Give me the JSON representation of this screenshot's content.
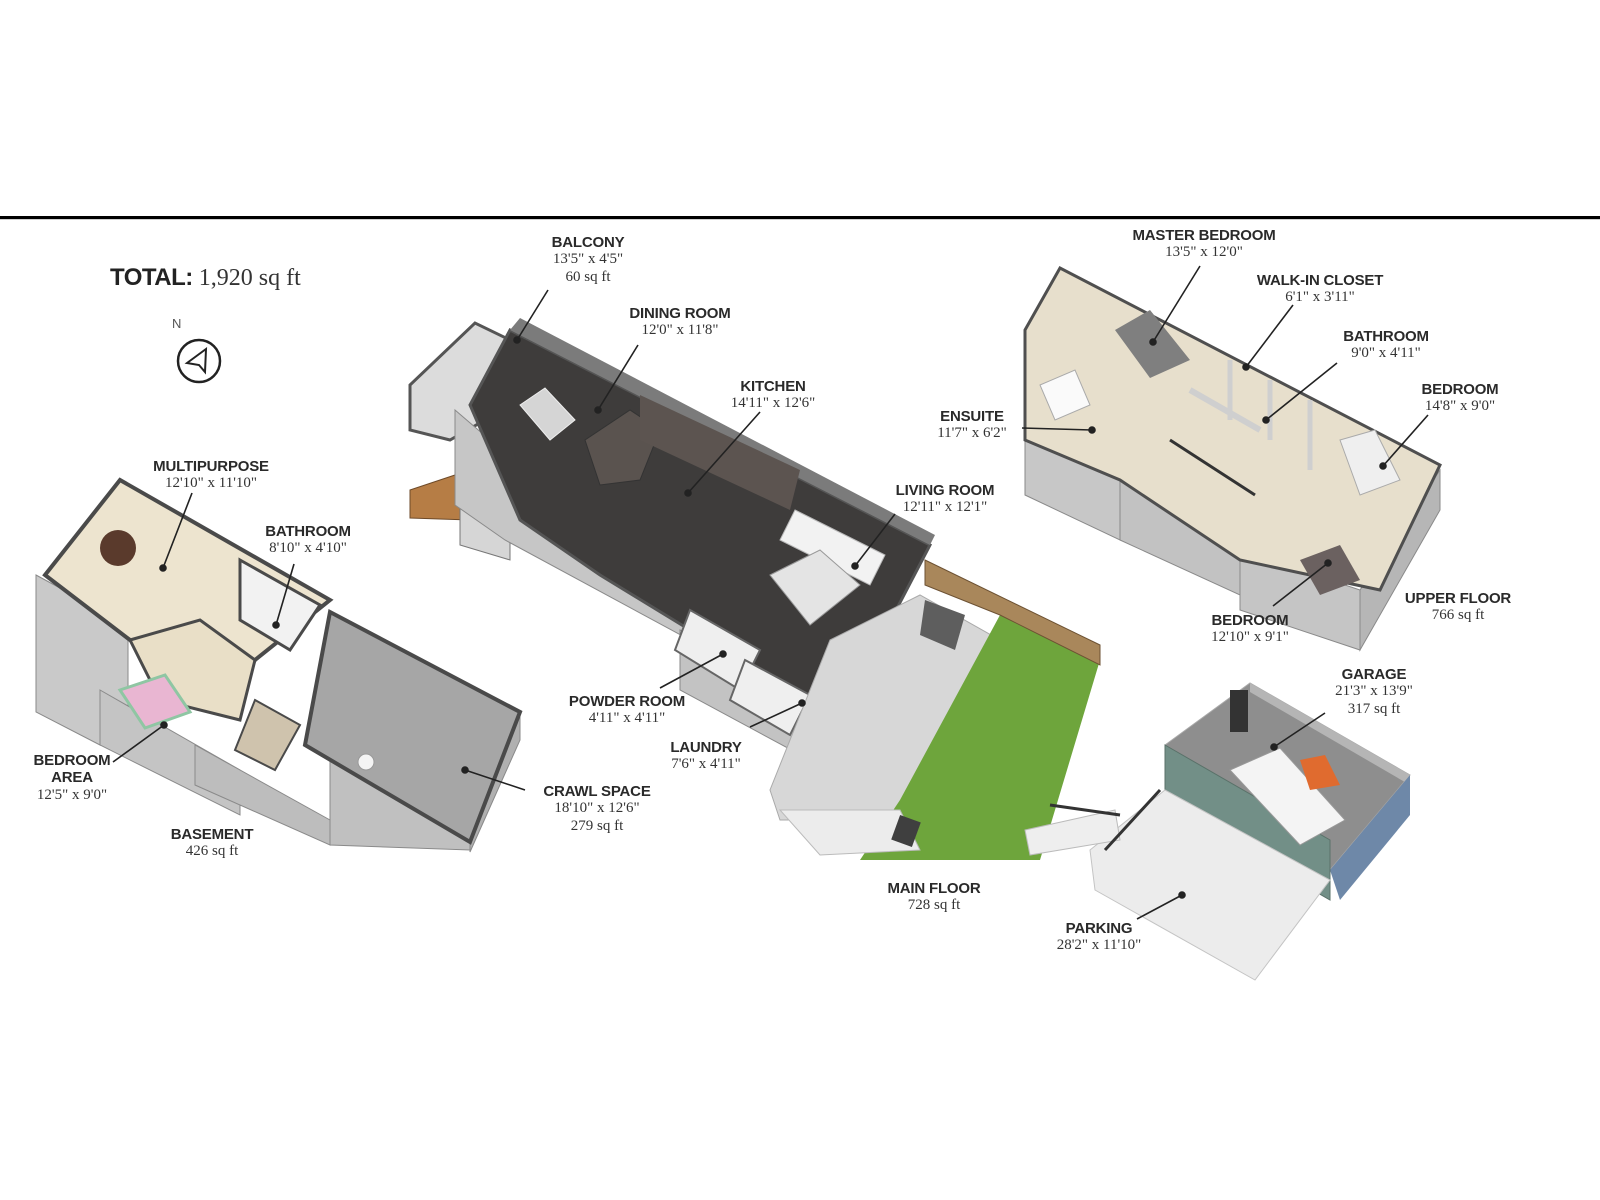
{
  "summary": {
    "total_label": "TOTAL:",
    "total_value": "1,920 sq ft",
    "north_label": "N",
    "compass_icon": "north-arrow-icon"
  },
  "floors": {
    "basement": {
      "name": "BASEMENT",
      "area": "426 sq ft"
    },
    "main": {
      "name": "MAIN FLOOR",
      "area": "728 sq ft"
    },
    "upper": {
      "name": "UPPER FLOOR",
      "area": "766 sq ft"
    }
  },
  "rooms": {
    "basement_multipurpose": {
      "name": "MULTIPURPOSE",
      "dim": "12'10\" x 11'10\""
    },
    "basement_bathroom": {
      "name": "BATHROOM",
      "dim": "8'10\" x 4'10\""
    },
    "basement_bedroom_area": {
      "name": "BEDROOM",
      "name2": "AREA",
      "dim": "12'5\" x 9'0\""
    },
    "basement_crawl_space": {
      "name": "CRAWL SPACE",
      "dim": "18'10\" x 12'6\"",
      "area": "279 sq ft"
    },
    "main_balcony": {
      "name": "BALCONY",
      "dim": "13'5\" x 4'5\"",
      "area": "60 sq ft"
    },
    "main_dining": {
      "name": "DINING ROOM",
      "dim": "12'0\" x 11'8\""
    },
    "main_kitchen": {
      "name": "KITCHEN",
      "dim": "14'11\" x 12'6\""
    },
    "main_living": {
      "name": "LIVING ROOM",
      "dim": "12'11\" x 12'1\""
    },
    "main_powder": {
      "name": "POWDER ROOM",
      "dim": "4'11\" x 4'11\""
    },
    "main_laundry": {
      "name": "LAUNDRY",
      "dim": "7'6\" x 4'11\""
    },
    "upper_master": {
      "name": "MASTER BEDROOM",
      "dim": "13'5\" x 12'0\""
    },
    "upper_walkin": {
      "name": "WALK-IN CLOSET",
      "dim": "6'1\" x 3'11\""
    },
    "upper_bathroom": {
      "name": "BATHROOM",
      "dim": "9'0\" x 4'11\""
    },
    "upper_bedroom1": {
      "name": "BEDROOM",
      "dim": "14'8\" x 9'0\""
    },
    "upper_ensuite": {
      "name": "ENSUITE",
      "dim": "11'7\" x 6'2\""
    },
    "upper_bedroom2": {
      "name": "BEDROOM",
      "dim": "12'10\" x 9'1\""
    },
    "garage": {
      "name": "GARAGE",
      "dim": "21'3\" x 13'9\"",
      "area": "317 sq ft"
    },
    "parking": {
      "name": "PARKING",
      "dim": "28'2\" x 11'10\""
    }
  },
  "colors": {
    "wall": "#9a9a9a",
    "wall_dark": "#4a4a4a",
    "floor_light": "#e8dfca",
    "floor_dark": "#3d3b3a",
    "concrete": "#b8b8b8",
    "lawn": "#6aa33a",
    "fence": "#a8875e",
    "garage_wall": "#6f8f86",
    "paving": "#e6e6e6"
  }
}
